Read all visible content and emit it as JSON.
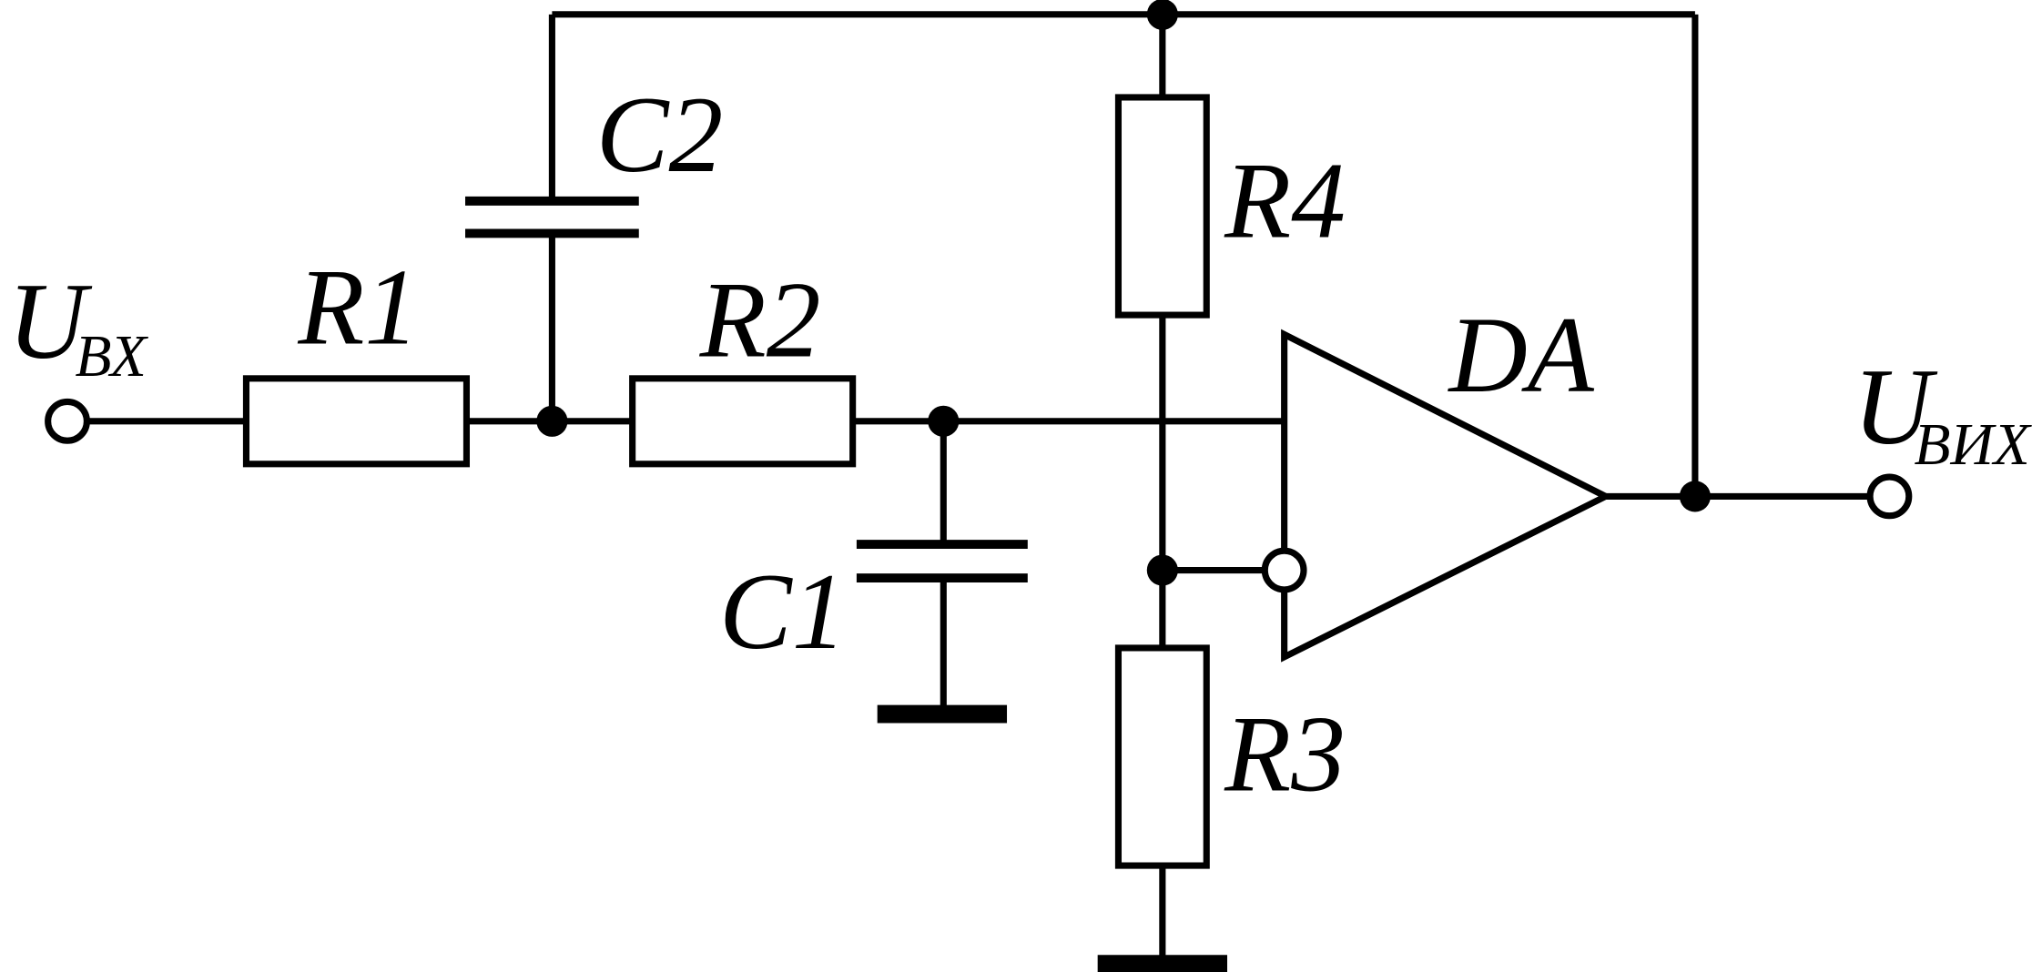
{
  "labels": {
    "u_in_main": "U",
    "u_in_sub": "ВХ",
    "u_out_main": "U",
    "u_out_sub": "ВИХ",
    "r1": "R1",
    "r2": "R2",
    "r3": "R3",
    "r4": "R4",
    "c1": "C1",
    "c2": "C2",
    "da": "DA"
  }
}
